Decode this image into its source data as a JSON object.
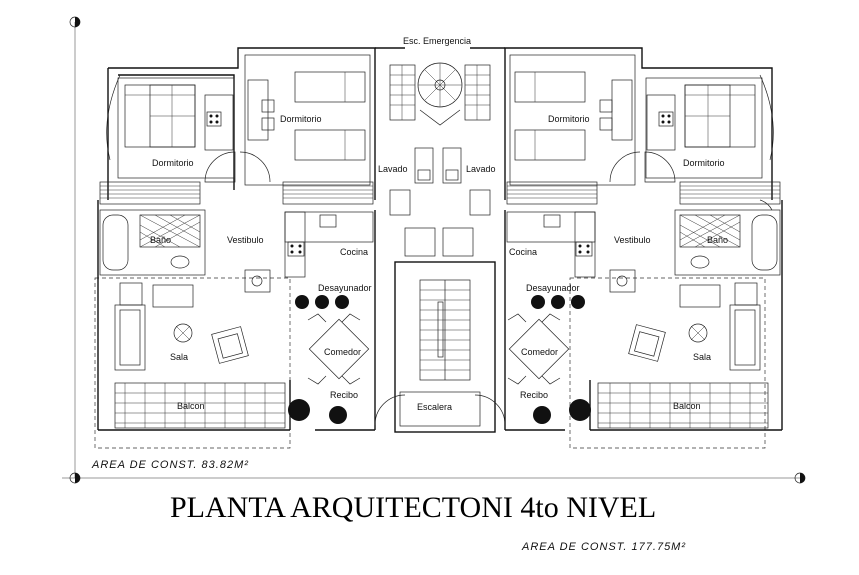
{
  "title": "PLANTA ARQUITECTONI 4to NIVEL",
  "area_left": "AREA DE CONST. 83.82M²",
  "area_bottom": "AREA DE CONST. 177.75M²",
  "labels": {
    "stair_emergency": "Esc. Emergencia",
    "bedroom_left_1": "Dormitorio",
    "bedroom_left_2": "Dormitorio",
    "bedroom_right_1": "Dormitorio",
    "bedroom_right_2": "Dormitorio",
    "laundry_left": "Lavado",
    "laundry_right": "Lavado",
    "bath_left": "Baño",
    "bath_right": "Baño",
    "hall_left": "Vestibulo",
    "hall_right": "Vestibulo",
    "kitchen_left": "Cocina",
    "kitchen_right": "Cocina",
    "breakfast_left": "Desayunador",
    "breakfast_right": "Desayunador",
    "living_left": "Sala",
    "living_right": "Sala",
    "dining_left": "Comedor",
    "dining_right": "Comedor",
    "reception_left": "Recibo",
    "reception_right": "Recibo",
    "stair_main": "Escalera",
    "balcony_left": "Balcon",
    "balcony_right": "Balcon"
  }
}
